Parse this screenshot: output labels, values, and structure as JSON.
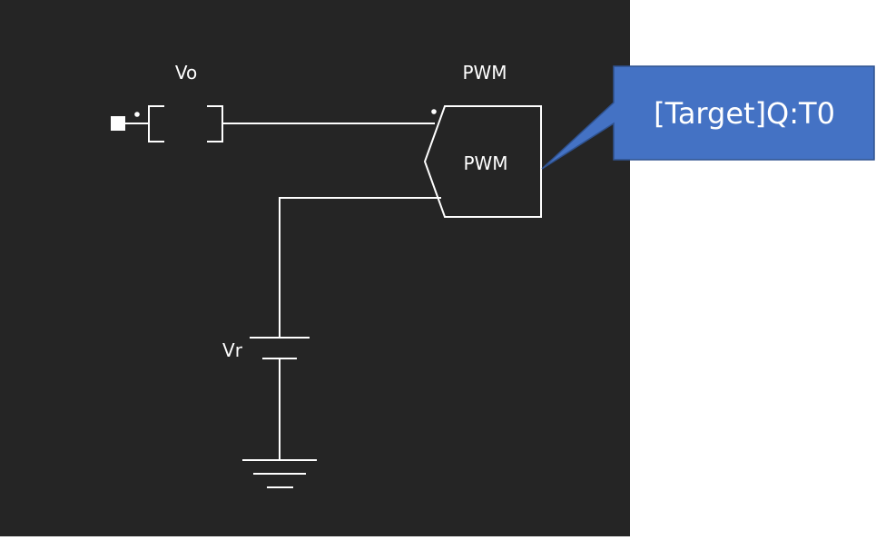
{
  "schematic": {
    "output_label": "Vo",
    "pwm_block_title": "PWM",
    "pwm_block_inner": "PWM",
    "source_label": "Vr"
  },
  "callout": {
    "text": "[Target]Q:T0"
  },
  "colors": {
    "canvas_bg": "#252525",
    "page_bg": "#ffffff",
    "wire": "#ffffff",
    "callout_fill": "#4472c4",
    "callout_stroke": "#2f528f",
    "callout_text": "#ffffff"
  }
}
